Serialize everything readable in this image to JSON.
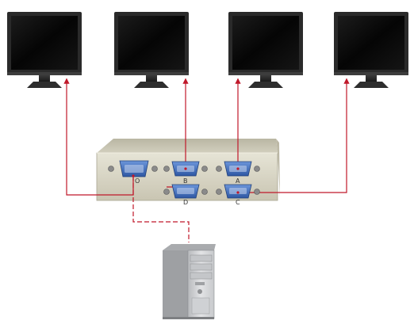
{
  "diagram": {
    "ports": [
      {
        "id": "O",
        "label": "O"
      },
      {
        "id": "B",
        "label": "B"
      },
      {
        "id": "A",
        "label": "A"
      },
      {
        "id": "D",
        "label": "D"
      },
      {
        "id": "C",
        "label": "C"
      }
    ],
    "colors": {
      "cable": "#c0182a",
      "switch_body": "#d9d6c5",
      "port_blue": "#3f6fc2",
      "monitor_frame": "#2a2a2a",
      "screen": "#0b0b0b",
      "pc_case": "#dcdde0"
    }
  }
}
